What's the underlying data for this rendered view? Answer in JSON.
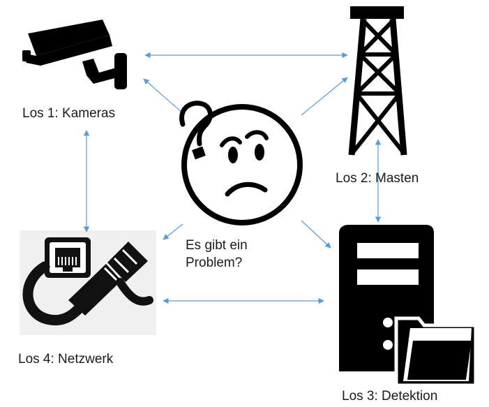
{
  "nodes": {
    "kameras": {
      "label": "Los 1: Kameras",
      "icon": "security-camera-icon"
    },
    "masten": {
      "label": "Los 2: Masten",
      "icon": "lattice-tower-icon"
    },
    "detektion": {
      "label": "Los 3: Detektion",
      "icon": "server-folder-icon"
    },
    "netzwerk": {
      "label": "Los 4: Netzwerk",
      "icon": "network-cable-icon"
    }
  },
  "center": {
    "line1": "Es gibt ein",
    "line2": "Problem?",
    "icon": "confused-face-icon"
  },
  "colors": {
    "arrow": "#5b9bd5",
    "icon": "#000000"
  }
}
